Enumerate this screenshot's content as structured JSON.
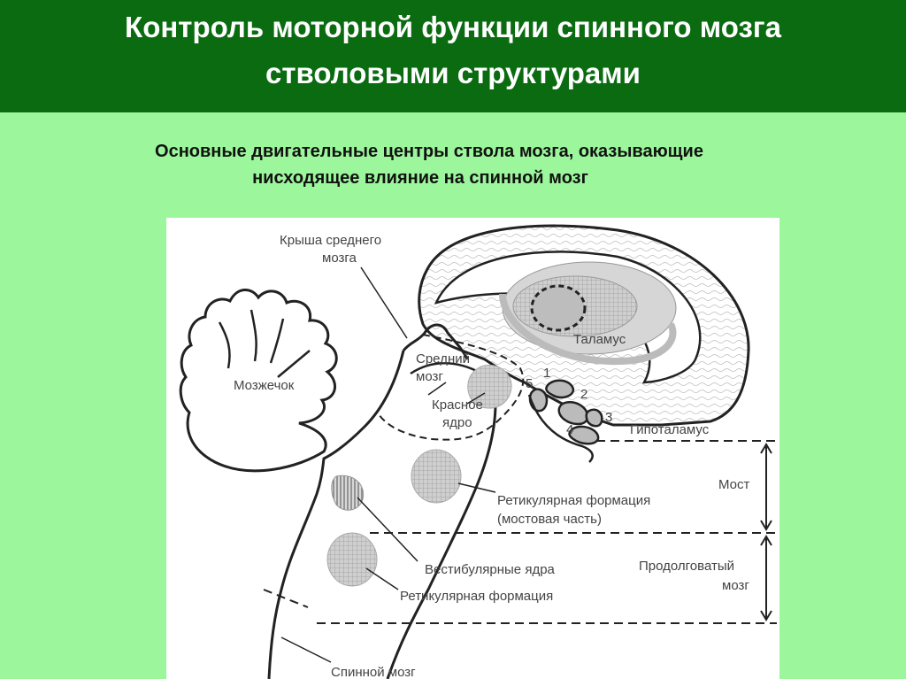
{
  "header": {
    "title_line1": "Контроль моторной функции спинного мозга",
    "title_line2": "стволовыми структурами"
  },
  "subtitle": {
    "line1": "Основные двигательные центры ствола мозга, оказывающие",
    "line2": "нисходящее влияние на спинной мозг"
  },
  "figure": {
    "labels": {
      "tectum_l1": "Крыша среднего",
      "tectum_l2": "мозга",
      "cerebellum": "Мозжечок",
      "midbrain_l1": "Средний",
      "midbrain_l2": "мозг",
      "red_nucleus_l1": "Красное",
      "red_nucleus_l2": "ядро",
      "thalamus": "Таламус",
      "hypothalamus": "Гипоталамус",
      "pons": "Мост",
      "medulla_l1": "Продолговатый",
      "medulla_l2": "мозг",
      "reticular_pontine_l1": "Ретикулярная формация",
      "reticular_pontine_l2": "(мостовая часть)",
      "vestibular": "Вестибулярные ядра",
      "reticular": "Ретикулярная формация",
      "spinal_cord": "Спинной мозг",
      "n1": "1",
      "n2": "2",
      "n3": "3",
      "n4": "4",
      "n5": "5"
    },
    "colors": {
      "outline": "#222222",
      "shade": "#c8c8c8",
      "dark_shade": "#9a9a9a"
    }
  }
}
